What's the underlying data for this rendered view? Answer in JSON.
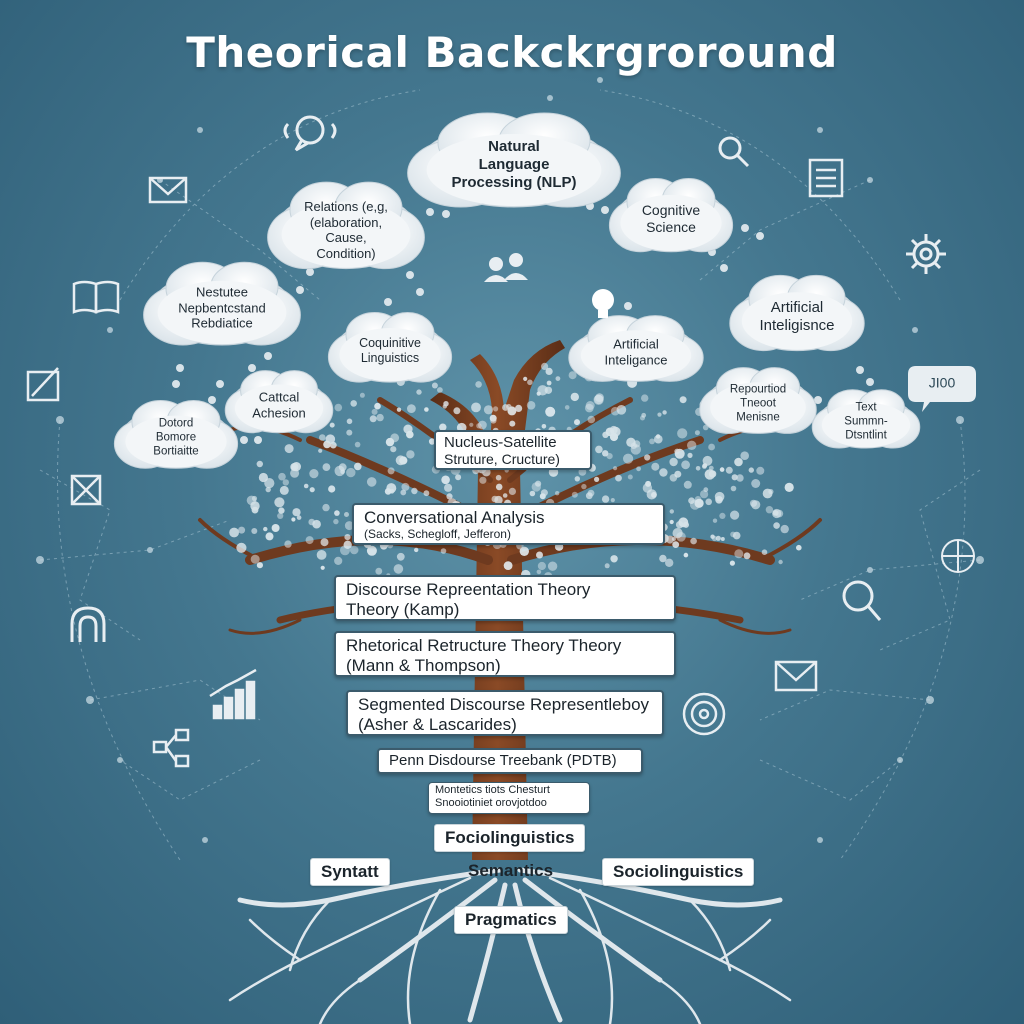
{
  "title": "Theorical Backckrgroround",
  "colors": {
    "background": "#44778f",
    "trunk": "#6e3a1f",
    "cloud": "#eef2f5",
    "roots": "#e8eef2",
    "box_border": "#3b5b6c"
  },
  "clouds": {
    "nlp": [
      "Natural",
      "Language",
      "Processing (NLP)"
    ],
    "relations": [
      "Relations (e,g,",
      "(elaboration,",
      "Cause,",
      "Condition)"
    ],
    "cognitive_science": [
      "Cognitive",
      "Science"
    ],
    "nestutee": [
      "Nestutee",
      "Nepbentcstand",
      "Rebdiatice"
    ],
    "cognitive_linguistics": [
      "Coquinitive",
      "Linguistics"
    ],
    "ai_center": [
      "Artificial",
      "Inteligance"
    ],
    "ai_right": [
      "Artificial",
      "Inteligisnce"
    ],
    "cattcal": [
      "Cattcal",
      "Achesion"
    ],
    "dotord": [
      "Dotord",
      "Bomore",
      "Bortiaitte"
    ],
    "repourtiod": [
      "Repourtiod",
      "Tneoot",
      "Menisne"
    ],
    "text": [
      "Text",
      "Summn-",
      "Dtsntlint"
    ]
  },
  "boxes": {
    "nucleus": [
      "Nucleus-Satellite",
      "Struture, Cructure)"
    ],
    "conversational": [
      "Conversational Analysis",
      "(Sacks, Schegloff, Jefferon)"
    ],
    "drt": [
      "Discourse Repreentation Theory",
      "Theory (Kamp)"
    ],
    "rst": [
      "Rhetorical Retructure Theory Theory",
      "(Mann & Thompson)"
    ],
    "sdrt": [
      "Segmented Discourse Representleboy",
      "(Asher & Lascarides)"
    ],
    "pdtb": [
      "Penn Disdourse Treebank (PDTB)"
    ],
    "montetics": [
      "Montetics tiots Chesturt",
      "Snooiotiniet orovjotdoo"
    ]
  },
  "roots": {
    "fociolinguistics": "Fociolinguistics",
    "syntatt": "Syntatt",
    "semantics": "Semantics",
    "sociolinguistics": "Sociolinguistics",
    "pragmatics": "Pragmatics"
  },
  "badge": "JI00",
  "icons": [
    "chat-bubble-icon",
    "envelope-icon",
    "book-icon",
    "pen-icon",
    "cross-icon",
    "bar-chart-icon",
    "flowchart-icon",
    "arch-icon",
    "lightbulb-icon",
    "document-icon",
    "gear-icon",
    "search-icon",
    "people-icon",
    "target-icon",
    "globe-icon",
    "magnifier-icon"
  ]
}
